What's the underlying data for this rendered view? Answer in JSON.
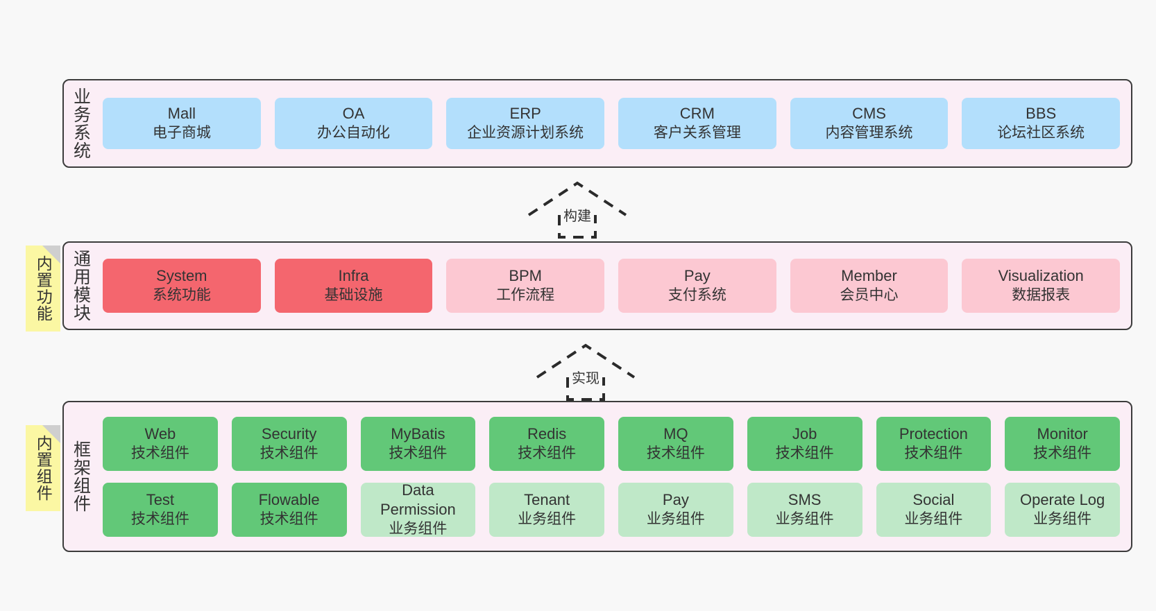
{
  "layers": [
    {
      "id": "business-systems",
      "title": "业务系统",
      "rows": [
        {
          "items": [
            {
              "en": "Mall",
              "cn": "电子商城",
              "color": "blue"
            },
            {
              "en": "OA",
              "cn": "办公自动化",
              "color": "blue"
            },
            {
              "en": "ERP",
              "cn": "企业资源计划系统",
              "color": "blue"
            },
            {
              "en": "CRM",
              "cn": "客户关系管理",
              "color": "blue"
            },
            {
              "en": "CMS",
              "cn": "内容管理系统",
              "color": "blue"
            },
            {
              "en": "BBS",
              "cn": "论坛社区系统",
              "color": "blue"
            }
          ]
        }
      ]
    },
    {
      "id": "common-modules",
      "title": "通用模块",
      "note": "内置功能",
      "rows": [
        {
          "items": [
            {
              "en": "System",
              "cn": "系统功能",
              "color": "red"
            },
            {
              "en": "Infra",
              "cn": "基础设施",
              "color": "red"
            },
            {
              "en": "BPM",
              "cn": "工作流程",
              "color": "pink"
            },
            {
              "en": "Pay",
              "cn": "支付系统",
              "color": "pink"
            },
            {
              "en": "Member",
              "cn": "会员中心",
              "color": "pink"
            },
            {
              "en": "Visualization",
              "cn": "数据报表",
              "color": "pink"
            }
          ]
        }
      ]
    },
    {
      "id": "framework-components",
      "title": "框架组件",
      "note": "内置组件",
      "rows": [
        {
          "items": [
            {
              "en": "Web",
              "cn": "技术组件",
              "color": "green"
            },
            {
              "en": "Security",
              "cn": "技术组件",
              "color": "green"
            },
            {
              "en": "MyBatis",
              "cn": "技术组件",
              "color": "green"
            },
            {
              "en": "Redis",
              "cn": "技术组件",
              "color": "green"
            },
            {
              "en": "MQ",
              "cn": "技术组件",
              "color": "green"
            },
            {
              "en": "Job",
              "cn": "技术组件",
              "color": "green"
            },
            {
              "en": "Protection",
              "cn": "技术组件",
              "color": "green"
            },
            {
              "en": "Monitor",
              "cn": "技术组件",
              "color": "green"
            }
          ]
        },
        {
          "items": [
            {
              "en": "Test",
              "cn": "技术组件",
              "color": "green"
            },
            {
              "en": "Flowable",
              "cn": "技术组件",
              "color": "green"
            },
            {
              "en": "Data\nPermission",
              "cn": "业务组件",
              "color": "lightgreen"
            },
            {
              "en": "Tenant",
              "cn": "业务组件",
              "color": "lightgreen"
            },
            {
              "en": "Pay",
              "cn": "业务组件",
              "color": "lightgreen"
            },
            {
              "en": "SMS",
              "cn": "业务组件",
              "color": "lightgreen"
            },
            {
              "en": "Social",
              "cn": "业务组件",
              "color": "lightgreen"
            },
            {
              "en": "Operate Log",
              "cn": "业务组件",
              "color": "lightgreen"
            }
          ]
        }
      ]
    }
  ],
  "connectors": [
    {
      "id": "build",
      "label": "构建"
    },
    {
      "id": "implement",
      "label": "实现"
    }
  ],
  "colors": {
    "panel_bg": "#fbeef6",
    "panel_border": "#3c3c3c",
    "page_bg": "#f8f8f8",
    "blue": "#b3dffc",
    "red": "#f4666e",
    "pink": "#fcc8d2",
    "green": "#62c878",
    "lightgreen": "#bfe8c8",
    "note_bg": "#fbf7a3",
    "note_fold": "#cfcfcf",
    "text": "#333333"
  }
}
